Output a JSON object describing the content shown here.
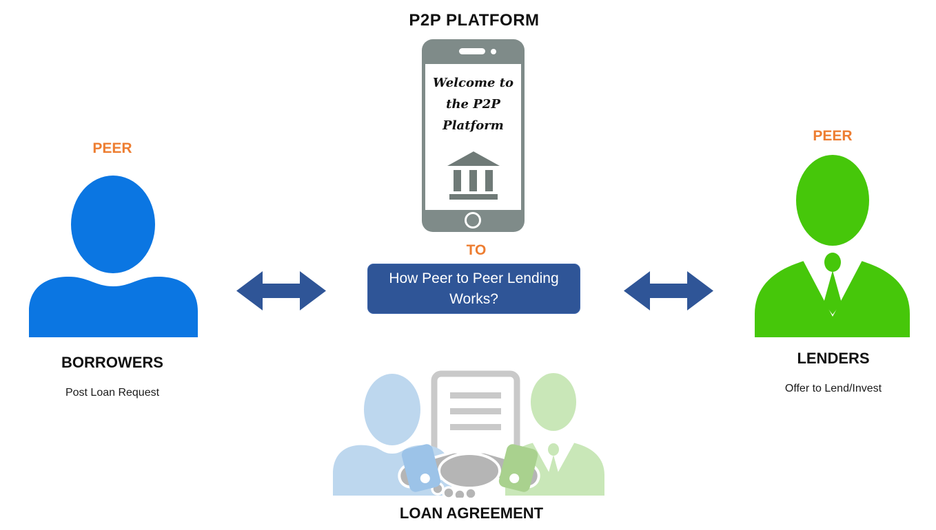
{
  "header": {
    "title": "P2P PLATFORM"
  },
  "phone": {
    "screen_lines": [
      "Welcome to",
      "the P2P",
      "Platform"
    ]
  },
  "center": {
    "to_label": "TO",
    "question": "How Peer to Peer Lending Works?"
  },
  "borrower": {
    "peer_label": "PEER",
    "name": "BORROWERS",
    "action": "Post Loan Request"
  },
  "lender": {
    "peer_label": "PEER",
    "name": "LENDERS",
    "action": "Offer to Lend/Invest"
  },
  "agreement": {
    "label": "LOAN AGREEMENT"
  },
  "colors": {
    "accent_orange": "#ED7D31",
    "dark_blue": "#2F5597",
    "borrower_blue": "#0B76E2",
    "lender_green": "#46C70A",
    "phone_gray": "#7F8B89",
    "bank_icon_gray": "#6F7A77",
    "faded_blue": "#BDD7EE",
    "faded_green": "#C9E7B8",
    "cuff_blue": "#9CC3E8",
    "cuff_green": "#A9D18E",
    "document_gray": "#C9C9C9",
    "handshake_gray": "#B5B5B5"
  }
}
